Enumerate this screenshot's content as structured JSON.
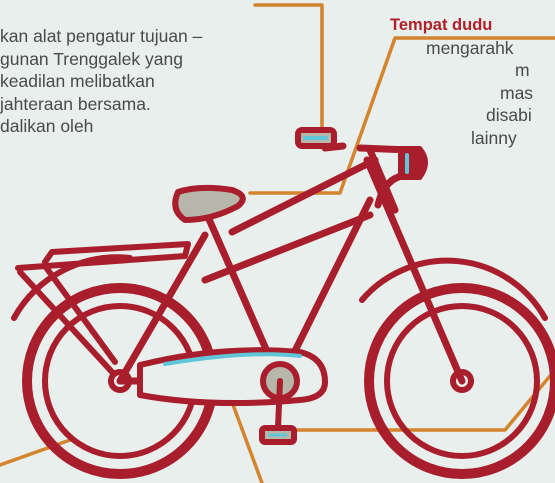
{
  "left_callout": {
    "lines": [
      "kan alat pengatur tujuan –",
      "gunan Trenggalek yang",
      "keadilan melibatkan",
      "jahteraan bersama.",
      "dalikan oleh"
    ]
  },
  "right_callout": {
    "title": "Tempat dudu",
    "lines": [
      "mengarahk",
      "m",
      "mas",
      "disabi",
      "lainny"
    ]
  },
  "colors": {
    "background": "#e8efec",
    "bike_frame": "#a81e2c",
    "leader_line": "#d4842c",
    "part_gray": "#b6b6aa",
    "highlight_blue": "#5fc6d9",
    "accent_title": "#b0202a"
  }
}
